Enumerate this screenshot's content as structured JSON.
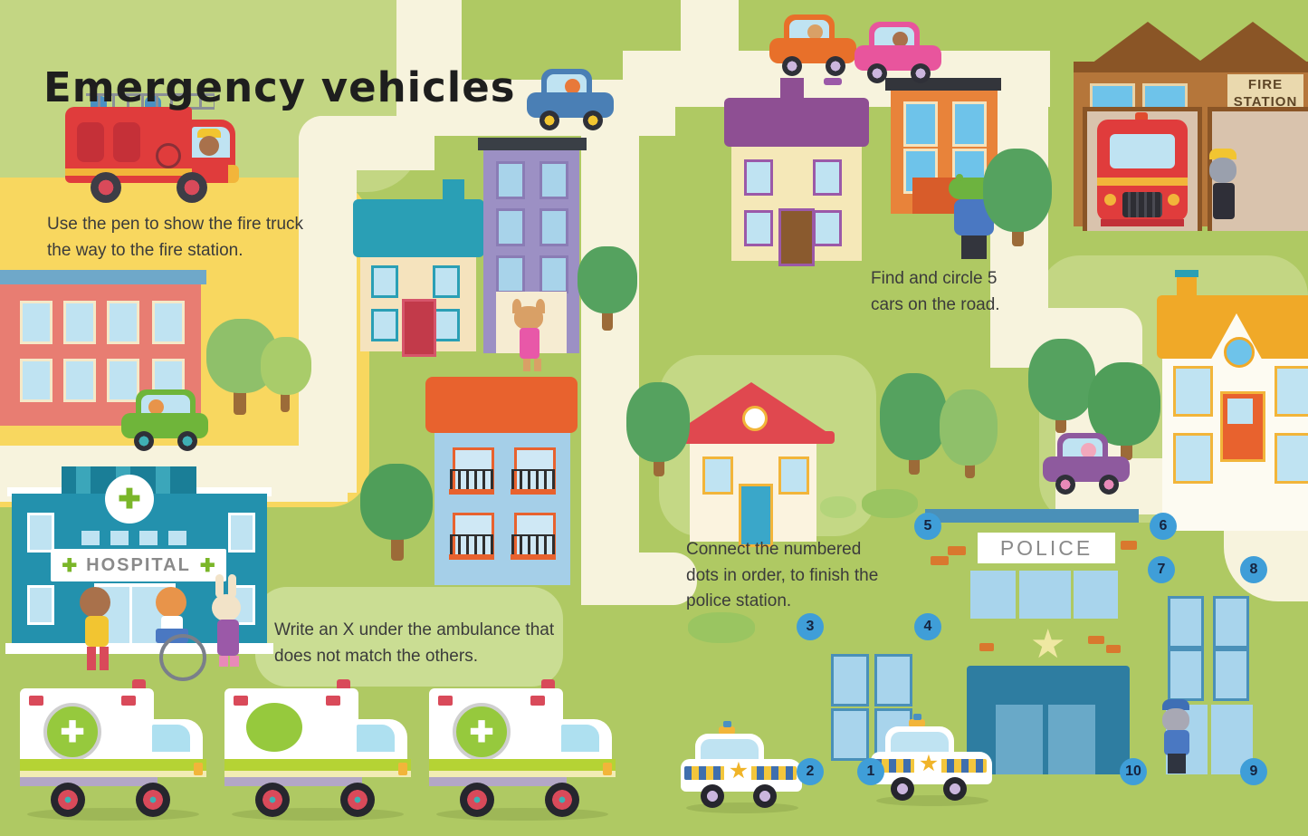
{
  "title": "Emergency vehicles",
  "activities": {
    "fire_route": "Use the pen to show the fire truck the way to the fire station.",
    "find_cars": "Find and circle 5 cars on the road.",
    "connect_dots": "Connect the numbered dots in order, to finish the police station.",
    "ambulance_match": "Write an X under the ambulance that does not match the others."
  },
  "signs": {
    "hospital": "HOSPITAL",
    "police": "POLICE",
    "fire_station": "FIRE STATION"
  },
  "connect_dots_numbers": [
    "1",
    "2",
    "3",
    "4",
    "5",
    "6",
    "7",
    "8",
    "9",
    "10"
  ],
  "icons": {
    "medical_cross": "✚",
    "star": "★"
  },
  "palette": {
    "grass": "#afc963",
    "grass_light": "#c3d683",
    "road": "#f7f3dd",
    "yellow_zone": "#f8d75f",
    "dot_blue": "#3f9ed8",
    "text": "#3b3b3b",
    "hospital_teal": "#2391ad",
    "police_blue": "#2e7da1",
    "fire_red": "#e03c3c",
    "ambulance_stripe": "#b5d334"
  }
}
